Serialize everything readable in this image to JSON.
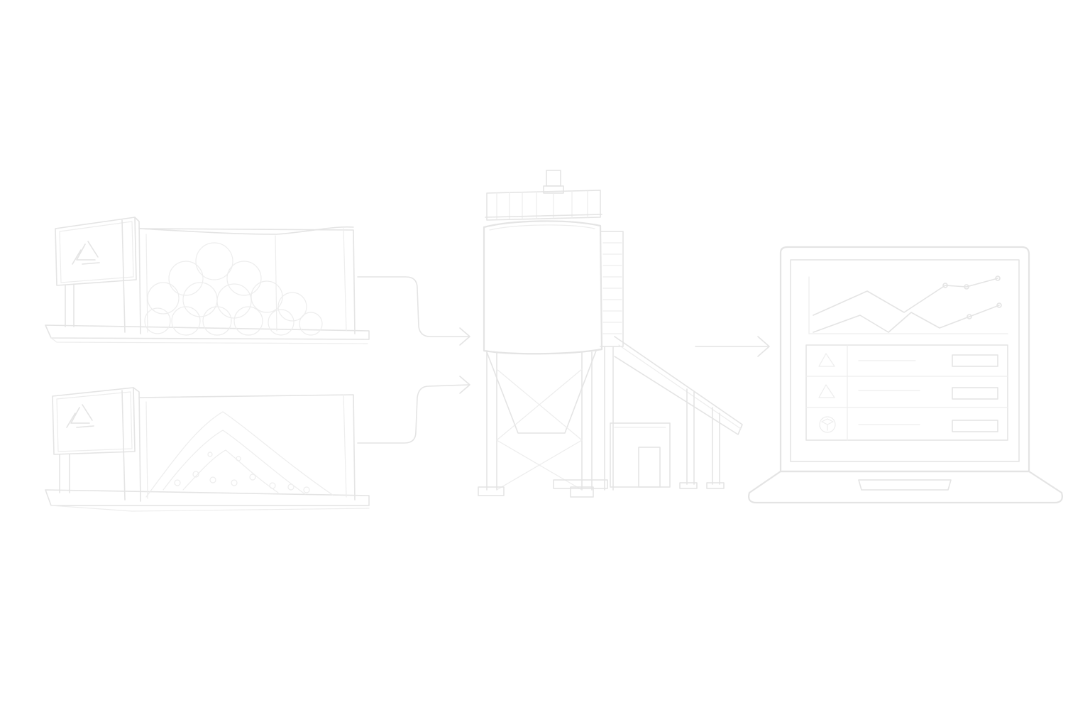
{
  "colors": {
    "background": "#ffffff",
    "line": "#e4e4e4",
    "faint_line": "#ededed"
  },
  "nodes": [
    {
      "id": "bin-coarse",
      "icon": "recycle-icon",
      "fill": "coarse-aggregate-pile"
    },
    {
      "id": "bin-fine",
      "icon": "recycle-icon",
      "fill": "fine-aggregate-pile"
    },
    {
      "id": "batching-plant",
      "icon": "silo-icon"
    },
    {
      "id": "laptop-dashboard",
      "icon": "laptop-icon"
    }
  ],
  "edges": [
    {
      "from": "bin-coarse",
      "to": "batching-plant"
    },
    {
      "from": "bin-fine",
      "to": "batching-plant"
    },
    {
      "from": "batching-plant",
      "to": "laptop-dashboard"
    }
  ],
  "dashboard": {
    "chart_series_count": 2,
    "table_rows": [
      {
        "icon": "recycle-icon"
      },
      {
        "icon": "recycle-icon"
      },
      {
        "icon": "cube-icon"
      }
    ]
  }
}
